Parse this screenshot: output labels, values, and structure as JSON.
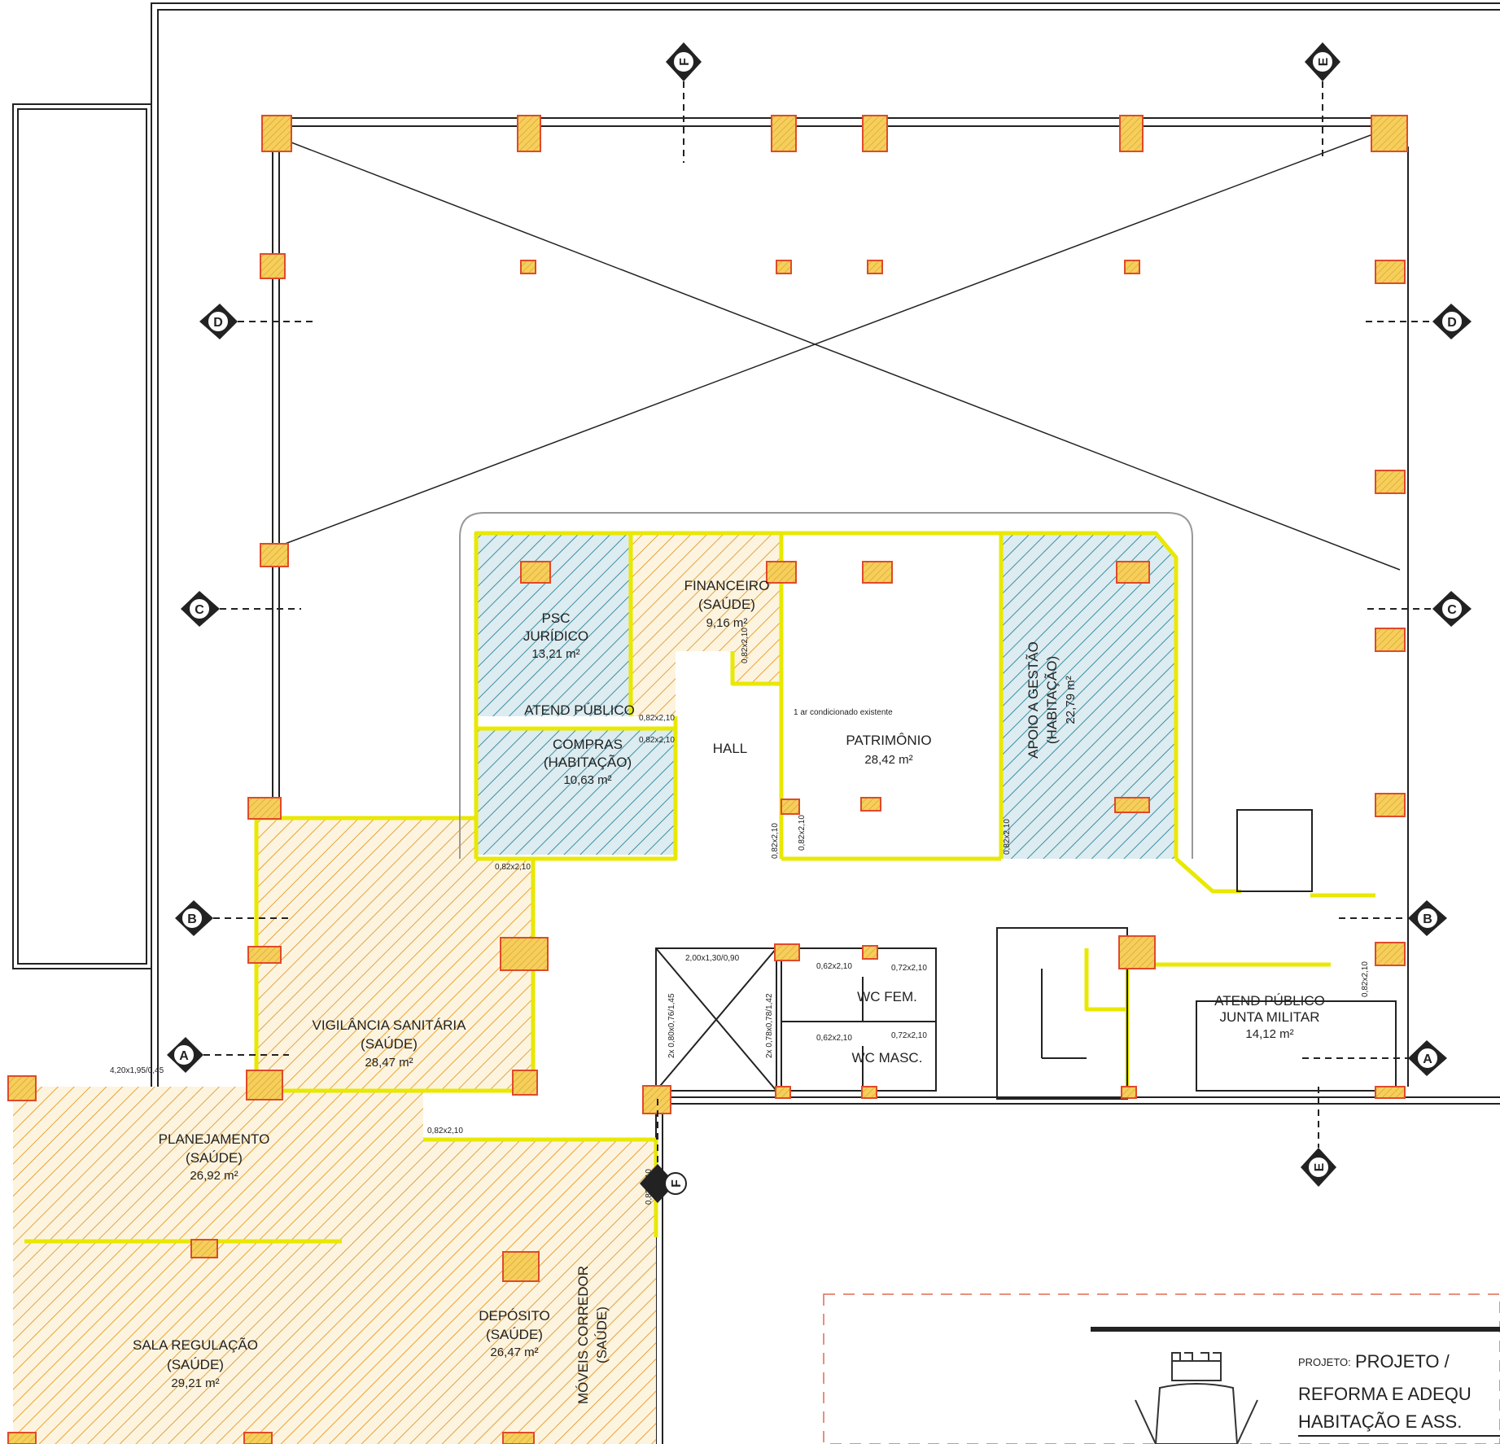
{
  "colors": {
    "wall_yellow": "#e8e800",
    "column_fill": "#f3c64a",
    "column_stroke": "#e04a2a",
    "hatch_orange": "#e8a23a",
    "hatch_teal": "#3d8fa3",
    "line_black": "#222222"
  },
  "rooms": {
    "psc": {
      "name1": "PSC",
      "name2": "JURÍDICO",
      "area": "13,21 m²"
    },
    "financeiro": {
      "name1": "FINANCEIRO",
      "name2": "(SAÚDE)",
      "area": "9,16 m²"
    },
    "atend_publico": {
      "name": "ATEND PÚBLICO"
    },
    "compras": {
      "name1": "COMPRAS",
      "name2": "(HABITAÇÃO)",
      "area": "10,63 m²"
    },
    "hall": {
      "name": "HALL"
    },
    "patrimonio": {
      "name": "PATRIMÔNIO",
      "area": "28,42 m²"
    },
    "apoio": {
      "name1": "APOIO A GESTÃO",
      "name2": "(HABITAÇÃO)",
      "area": "22,79 m²"
    },
    "vigilancia": {
      "name1": "VIGILÂNCIA SANITÁRIA",
      "name2": "(SAÚDE)",
      "area": "28,47 m²"
    },
    "planejamento": {
      "name1": "PLANEJAMENTO",
      "name2": "(SAÚDE)",
      "area": "26,92 m²"
    },
    "regulacao": {
      "name1": "SALA REGULAÇÃO",
      "name2": "(SAÚDE)",
      "area": "29,21 m²"
    },
    "deposito": {
      "name1": "DEPÓSITO",
      "name2": "(SAÚDE)",
      "area": "26,47 m²"
    },
    "moveis": {
      "name1": "MÓVEIS CORREDOR",
      "name2": "(SAÚDE)"
    },
    "wc_fem": {
      "name": "WC FEM."
    },
    "wc_masc": {
      "name": "WC MASC."
    },
    "atend_militar": {
      "name1": "ATEND PÚBLICO",
      "name2": "JUNTA MILITAR",
      "area": "14,12 m²"
    }
  },
  "notes": {
    "ar_condicionado": "1 ar condicionado existente"
  },
  "door_labels": {
    "d1": "0,82x2,10",
    "d2": "0,82x2,10",
    "d3": "0,82x2,10",
    "d4": "0,82x2,10",
    "d5": "0,82x2,10",
    "d6": "0,82x2,10",
    "d7": "0,82x2,10",
    "d8": "0,82x2,10",
    "d9": "0,82x2,10",
    "d10": "0,82x2,10",
    "w_top": "2,00x1,30/0,90",
    "w_left": "2x 0,80x0,76/1,45",
    "w_left2": "2x 0,78x0,78/1,42",
    "wc1": "0,62x2,10",
    "wc2": "0,72x2,10",
    "wc3": "0,62x2,10",
    "wc4": "0,72x2,10",
    "w_bottom": "4,20x1,95/0,45"
  },
  "section_markers": {
    "a": "A",
    "b": "B",
    "c": "C",
    "d": "D",
    "e": "E",
    "f": "F"
  },
  "title_block": {
    "projeto_label": "PROJETO:",
    "projeto_value": "PROJETO /",
    "line1": "REFORMA E ADEQU",
    "line2": "HABITAÇÃO E ASS."
  }
}
